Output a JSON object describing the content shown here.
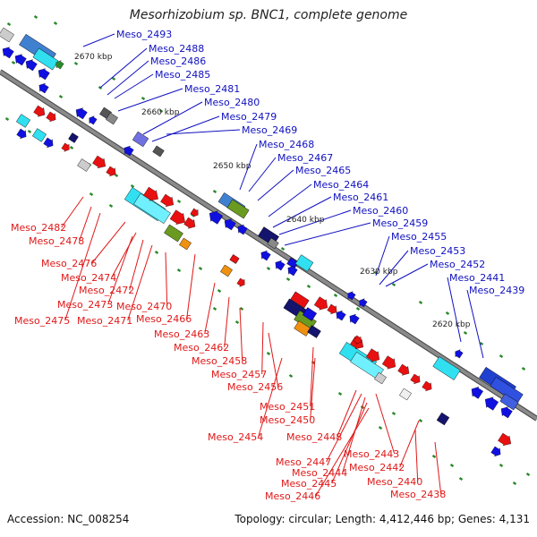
{
  "title": "Mesorhizobium sp. BNC1, complete genome",
  "footer": {
    "accession": "Accession: NC_008254",
    "info": "Topology: circular; Length: 4,412,446 bp; Genes: 4,131"
  },
  "colors": {
    "upper_labels": "#1010c0",
    "lower_labels": "#e01818",
    "backbone": "#8a8a8a"
  },
  "scale_labels": [
    "2670 kbp",
    "2660 kbp",
    "2650 kbp",
    "2640 kbp",
    "2630 kbp",
    "2620 kbp"
  ],
  "upper_genes": [
    "Meso_2493",
    "Meso_2488",
    "Meso_2486",
    "Meso_2485",
    "Meso_2481",
    "Meso_2480",
    "Meso_2479",
    "Meso_2469",
    "Meso_2468",
    "Meso_2467",
    "Meso_2465",
    "Meso_2464",
    "Meso_2461",
    "Meso_2460",
    "Meso_2459",
    "Meso_2455",
    "Meso_2453",
    "Meso_2452",
    "Meso_2441",
    "Meso_2439"
  ],
  "lower_genes": [
    "Meso_2482",
    "Meso_2478",
    "Meso_2476",
    "Meso_2474",
    "Meso_2472",
    "Meso_2473",
    "Meso_2470",
    "Meso_2475",
    "Meso_2471",
    "Meso_2466",
    "Meso_2463",
    "Meso_2462",
    "Meso_2458",
    "Meso_2457",
    "Meso_2456",
    "Meso_2451",
    "Meso_2450",
    "Meso_2454",
    "Meso_2448",
    "Meso_2447",
    "Meso_2443",
    "Meso_2444",
    "Meso_2442",
    "Meso_2445",
    "Meso_2440",
    "Meso_2446",
    "Meso_2438"
  ]
}
